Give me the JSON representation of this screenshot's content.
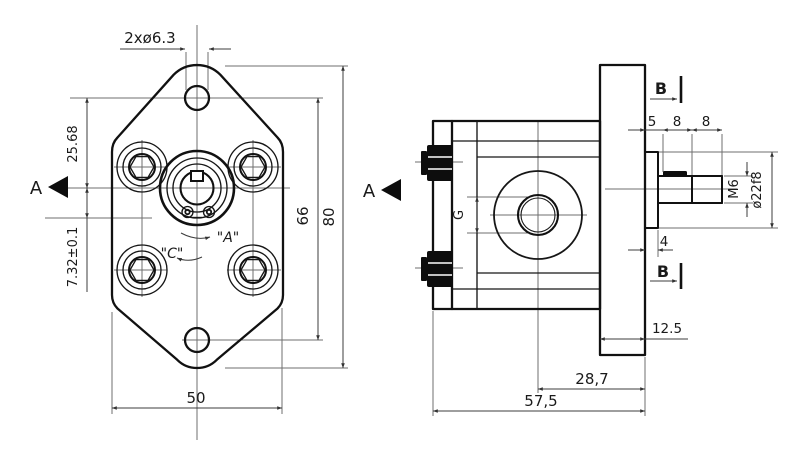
{
  "front_view": {
    "hole_note": "2xø6.3",
    "dim_hole_offset": "25.68",
    "dim_axis_offset": "7.32±0.1",
    "dim_height_inner": "66",
    "dim_height": "80",
    "dim_width": "50",
    "rotation_a": "\"A\"",
    "rotation_c": "\"C\"",
    "view_label": "A"
  },
  "side_view": {
    "view_label": "A",
    "section_top": "B",
    "section_bottom": "B",
    "dim_5": "5",
    "dim_8_key": "8",
    "dim_8_thread": "8",
    "thread_label": "M6",
    "pilot_diameter": "ø22f8",
    "dim_4": "4",
    "dim_flange_thickness": "12.5",
    "dim_28_7": "28,7",
    "dim_57_5": "57,5",
    "port_label": "G"
  },
  "colors": {
    "line": "#111111",
    "thin_line": "#6f6f6f",
    "background": "#ffffff"
  }
}
